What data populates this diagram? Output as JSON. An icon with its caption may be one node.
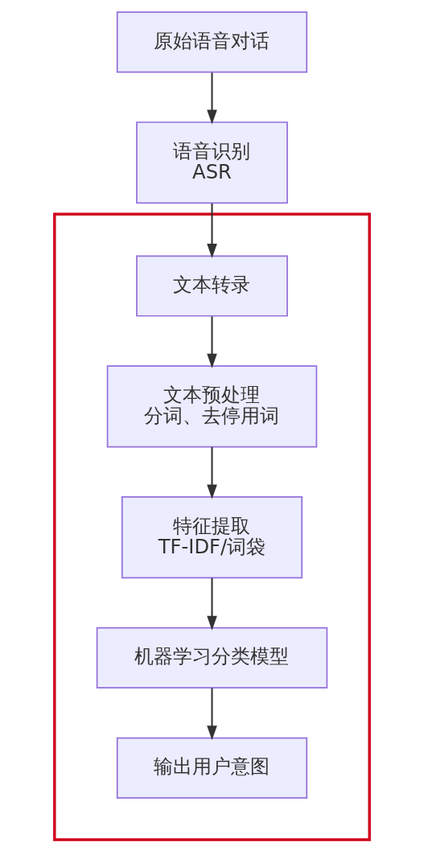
{
  "diagram": {
    "nodes": [
      {
        "text": [
          "原始语音对话"
        ]
      },
      {
        "text": [
          "语音识别",
          "ASR"
        ]
      },
      {
        "text": [],
        "shape": "box"
      },
      {
        "text": [
          "文本转录"
        ],
        "in": 2
      },
      {
        "text": [
          "文本预处理",
          "分词、去停用词"
        ],
        "in": 2
      },
      {
        "text": [
          "特征提取",
          "TF-IDF/词袋"
        ],
        "in": 2
      },
      {
        "text": [
          "机器学习分类模型"
        ],
        "in": 2
      },
      {
        "text": [
          "输出用户意图"
        ],
        "in": 2
      }
    ],
    "edges": [
      {
        "from": 0,
        "to": 1,
        "arrow": "to"
      },
      {
        "from": 1,
        "to": 3,
        "arrow": "to"
      },
      {
        "from": 3,
        "to": 4,
        "arrow": "to"
      },
      {
        "from": 4,
        "to": 5,
        "arrow": "to"
      },
      {
        "from": 5,
        "to": 6,
        "arrow": "to"
      },
      {
        "from": 6,
        "to": 7,
        "arrow": "to"
      }
    ]
  }
}
